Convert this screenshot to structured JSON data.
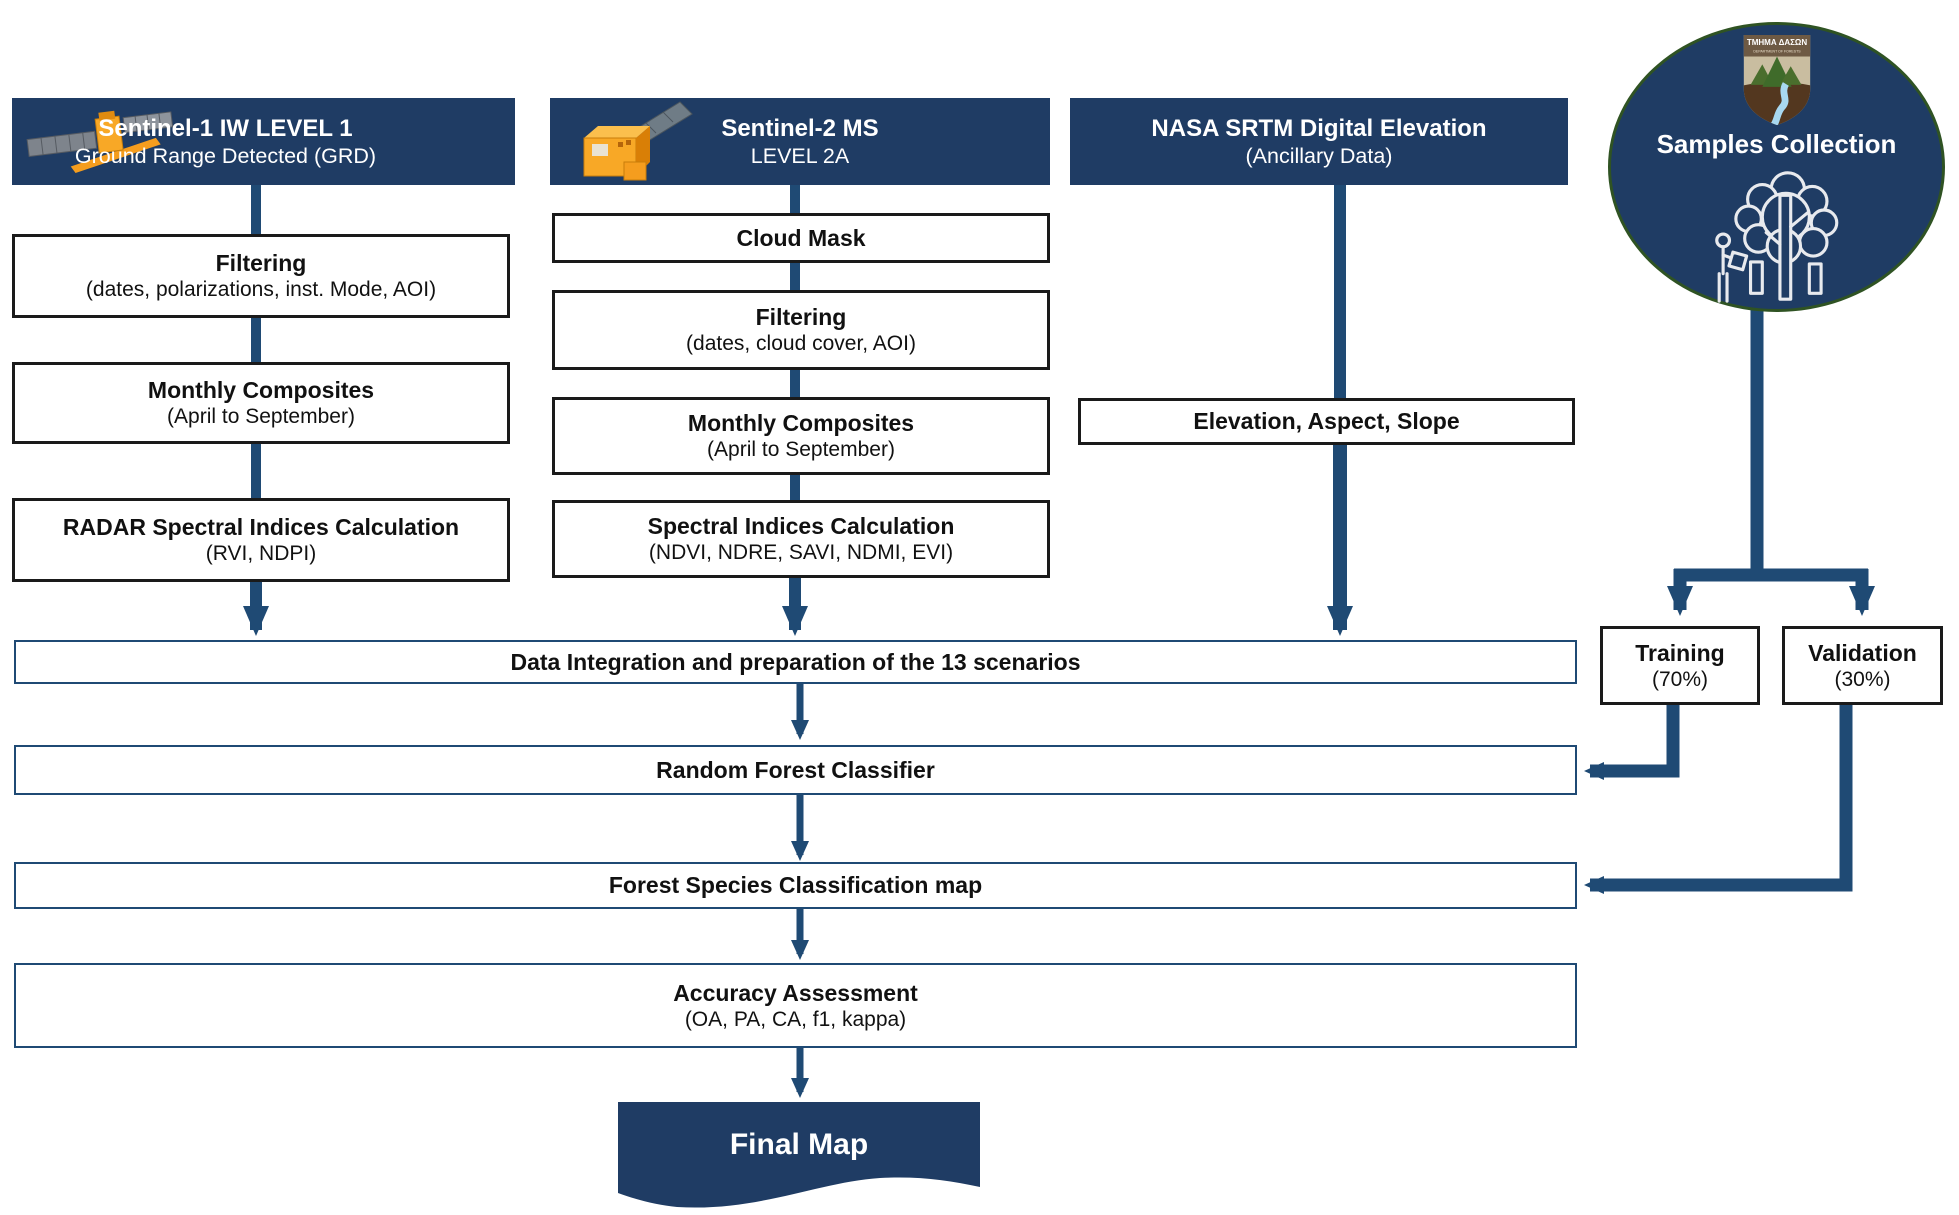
{
  "palette": {
    "navy": "#1f3c64",
    "connector": "#1f4a74",
    "circle_border": "#2f5323",
    "box_border_black": "#1a1a1a"
  },
  "headers": {
    "sentinel1": {
      "title": "Sentinel-1 IW LEVEL 1",
      "subtitle": "Ground Range Detected (GRD)"
    },
    "sentinel2": {
      "title": "Sentinel-2 MS",
      "subtitle": "LEVEL 2A"
    },
    "srtm": {
      "title": "NASA SRTM Digital Elevation",
      "subtitle": "(Ancillary Data)"
    }
  },
  "samples": {
    "label": "Samples Collection",
    "logo_title": "ΤΜΗΜΑ ΔΑΣΩΝ",
    "logo_subtitle": "DEPARTMENT OF FORESTS",
    "icon": "forest-survey-trees-and-person"
  },
  "col1": {
    "steps": [
      {
        "title": "Filtering",
        "subtitle": "(dates, polarizations, inst. Mode, AOI)"
      },
      {
        "title": "Monthly Composites",
        "subtitle": "(April to September)"
      },
      {
        "title": "RADAR Spectral Indices Calculation",
        "subtitle": "(RVI, NDPI)"
      }
    ]
  },
  "col2": {
    "steps": [
      {
        "title": "Cloud Mask",
        "subtitle": ""
      },
      {
        "title": "Filtering",
        "subtitle": "(dates, cloud cover, AOI)"
      },
      {
        "title": "Monthly Composites",
        "subtitle": "(April to September)"
      },
      {
        "title": "Spectral Indices Calculation",
        "subtitle": "(NDVI, NDRE, SAVI, NDMI, EVI)"
      }
    ]
  },
  "col3": {
    "steps": [
      {
        "title": "Elevation, Aspect, Slope"
      }
    ]
  },
  "split": {
    "training": {
      "title": "Training",
      "subtitle": "(70%)"
    },
    "validation": {
      "title": "Validation",
      "subtitle": "(30%)"
    }
  },
  "flow": {
    "integration": "Data Integration and preparation of the 13 scenarios",
    "classifier": "Random Forest Classifier",
    "map": "Forest Species Classification map",
    "accuracy_title": "Accuracy Assessment",
    "accuracy_subtitle": "(OA, PA, CA, f1, kappa)",
    "final": "Final Map"
  },
  "icons": {
    "sentinel1": "sentinel1-satellite",
    "sentinel2": "sentinel2-satellite"
  }
}
